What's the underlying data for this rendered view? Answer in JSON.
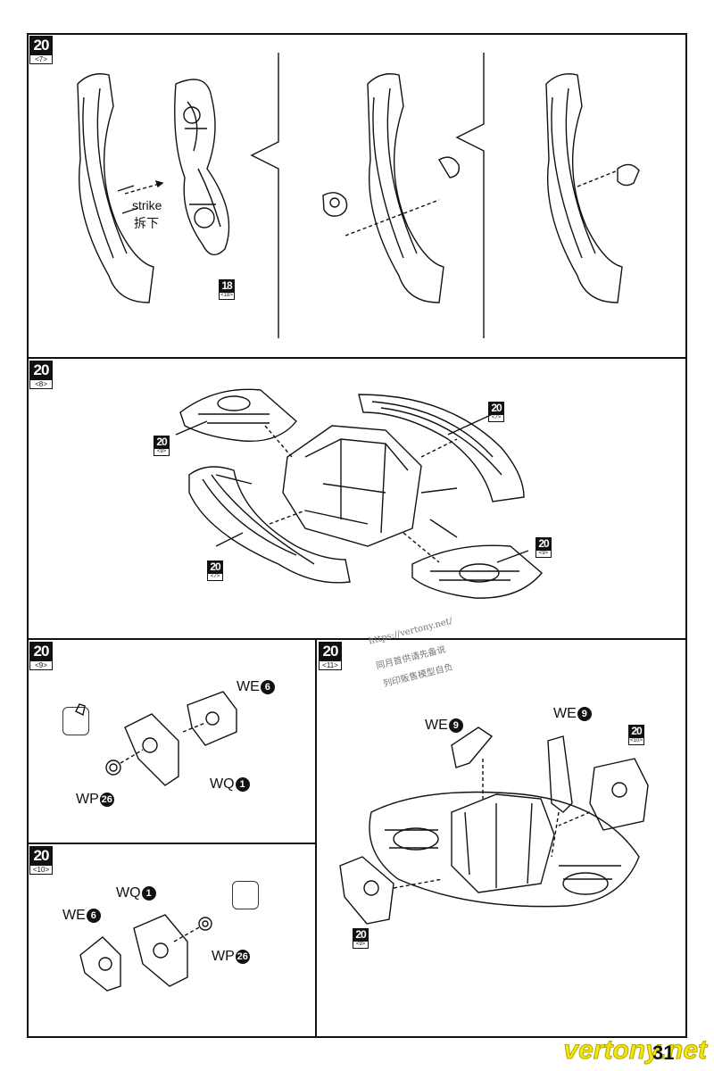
{
  "steps": {
    "s7": {
      "num": "20",
      "sub": "<7>"
    },
    "s8": {
      "num": "20",
      "sub": "<8>"
    },
    "s9": {
      "num": "20",
      "sub": "<9>"
    },
    "s10": {
      "num": "20",
      "sub": "<10>"
    },
    "s11": {
      "num": "20",
      "sub": "<11>"
    }
  },
  "refs": {
    "r18": {
      "num": "18",
      "sub": "<18>"
    },
    "p8_a": {
      "num": "20",
      "sub": "<9>"
    },
    "p8_b": {
      "num": "20",
      "sub": "<7>"
    },
    "p8_c": {
      "num": "20",
      "sub": "<7>"
    },
    "p8_d": {
      "num": "20",
      "sub": "<9>"
    },
    "p11_a": {
      "num": "20",
      "sub": "<10>"
    },
    "p11_b": {
      "num": "20",
      "sub": "<9>"
    }
  },
  "labels": {
    "strike_en": "strike",
    "strike_cn": "拆下",
    "we": "WE",
    "we6": "6",
    "we9": "9",
    "wq": "WQ",
    "wq1": "1",
    "wp": "WP",
    "wp26": "26"
  },
  "watermark": {
    "line1": "https://vertony.net/",
    "line2": "同月首供请先备说",
    "line3": "列印贩售模型自负"
  },
  "brand": "vertony.net",
  "page_number": "31"
}
